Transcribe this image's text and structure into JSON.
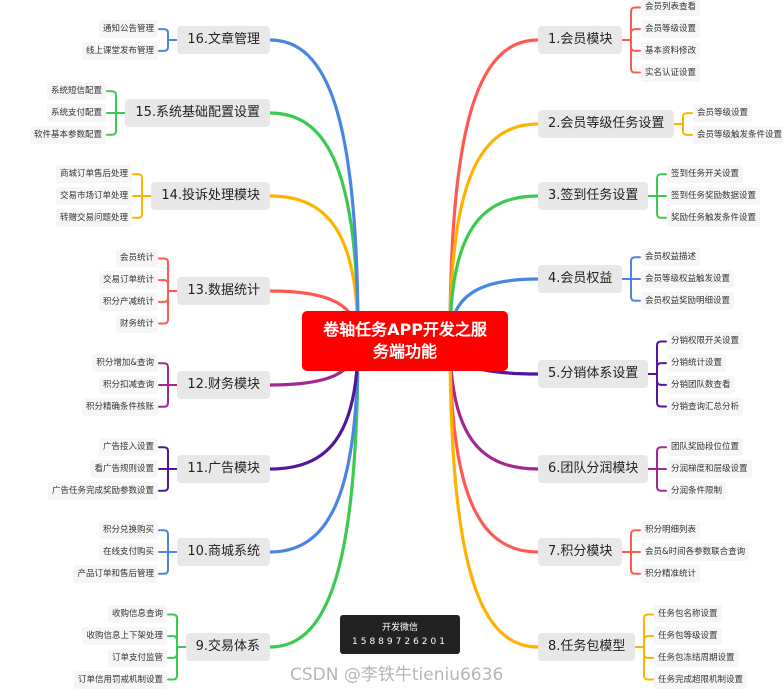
{
  "center": {
    "line1": "卷轴任务APP开发之服",
    "line2": "务端功能"
  },
  "wechat": {
    "label": "开发微信",
    "number": "15889726201"
  },
  "watermark": "CSDN @李铁牛tieniu6636",
  "colors": {
    "red": "#ff5a52",
    "orange": "#ffb300",
    "green": "#3dc94f",
    "blue": "#4a86e0",
    "purple": "#52169e",
    "magenta": "#a3288e"
  },
  "branches": [
    {
      "label": "1.会员模块",
      "color": "#ff5a52",
      "leaves": [
        "会员列表查看",
        "会员等级设置",
        "基本资料修改",
        "实名认证设置"
      ]
    },
    {
      "label": "2.会员等级任务设置",
      "color": "#ffb300",
      "leaves": [
        "会员等级设置",
        "会员等级触发条件设置"
      ]
    },
    {
      "label": "3.签到任务设置",
      "color": "#3dc94f",
      "leaves": [
        "签到任务开关设置",
        "签到任务奖励数据设置",
        "奖励任务触发条件设置"
      ]
    },
    {
      "label": "4.会员权益",
      "color": "#4a86e0",
      "leaves": [
        "会员权益描述",
        "会员等级权益触发设置",
        "会员权益奖励明细设置"
      ]
    },
    {
      "label": "5.分销体系设置",
      "color": "#52169e",
      "leaves": [
        "分销权限开关设置",
        "分销统计设置",
        "分销团队数查看",
        "分销查询汇总分析"
      ]
    },
    {
      "label": "6.团队分润模块",
      "color": "#a3288e",
      "leaves": [
        "团队奖励段位位置",
        "分润梯度和层级设置",
        "分润条件限制"
      ]
    },
    {
      "label": "7.积分模块",
      "color": "#ff5a52",
      "leaves": [
        "积分明细列表",
        "会员&时间各参数联合查询",
        "积分精准统计"
      ]
    },
    {
      "label": "8.任务包模型",
      "color": "#ffb300",
      "leaves": [
        "任务包名称设置",
        "任务包等级设置",
        "任务包冻结周期设置",
        "任务完成超限机制设置"
      ]
    },
    {
      "label": "9.交易体系",
      "color": "#3dc94f",
      "leaves": [
        "收购信息查询",
        "收购信息上下架处理",
        "订单支付监管",
        "订单信用罚戒机制设置"
      ]
    },
    {
      "label": "10.商城系统",
      "color": "#4a86e0",
      "leaves": [
        "积分兑换购买",
        "在线支付购买",
        "产品订单和售后管理"
      ]
    },
    {
      "label": "11.广告模块",
      "color": "#52169e",
      "leaves": [
        "广告接入设置",
        "看广告规则设置",
        "广告任务完成奖励参数设置"
      ]
    },
    {
      "label": "12.财务模块",
      "color": "#a3288e",
      "leaves": [
        "积分增加&查询",
        "积分扣减查询",
        "积分精确条件核账"
      ]
    },
    {
      "label": "13.数据统计",
      "color": "#ff5a52",
      "leaves": [
        "会员统计",
        "交易订单统计",
        "积分产减统计",
        "财务统计"
      ]
    },
    {
      "label": "14.投诉处理模块",
      "color": "#ffb300",
      "leaves": [
        "商城订单售后处理",
        "交易市场订单处理",
        "转赠交易问题处理"
      ]
    },
    {
      "label": "15.系统基础配置设置",
      "color": "#3dc94f",
      "leaves": [
        "系统短信配置",
        "系统支付配置",
        "软件基本参数配置"
      ]
    },
    {
      "label": "16.文章管理",
      "color": "#4a86e0",
      "leaves": [
        "通知公告管理",
        "线上课堂发布管理"
      ]
    }
  ]
}
